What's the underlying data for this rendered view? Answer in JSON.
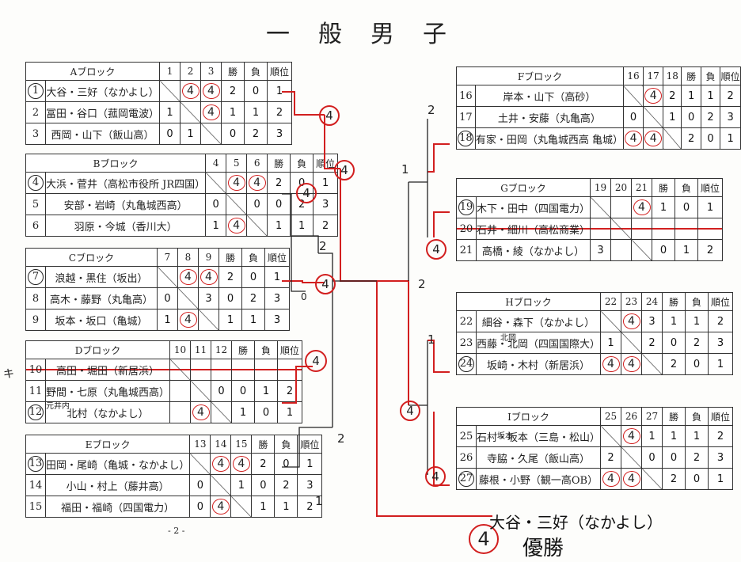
{
  "title": "一般男子",
  "page_number": "- 2 -",
  "head_labels": {
    "win": "勝",
    "loss": "負",
    "rank": "順位"
  },
  "blocks": {
    "A": {
      "name": "Aブロック",
      "cols": [
        "1",
        "2",
        "3"
      ],
      "rows": [
        {
          "no": "1",
          "team": "大谷・三好（なかよし）",
          "r": [
            "",
            "4",
            "4"
          ],
          "w": "2",
          "l": "0",
          "rank": "1"
        },
        {
          "no": "2",
          "team": "冨田・谷口（菰岡電波）",
          "r": [
            "1",
            "",
            "4"
          ],
          "w": "1",
          "l": "1",
          "rank": "2"
        },
        {
          "no": "3",
          "team": "西岡・山下（飯山高）",
          "r": [
            "0",
            "1",
            ""
          ],
          "w": "0",
          "l": "2",
          "rank": "3"
        }
      ]
    },
    "B": {
      "name": "Bブロック",
      "cols": [
        "4",
        "5",
        "6"
      ],
      "rows": [
        {
          "no": "4",
          "team": "大浜・菅井（高松市役所 JR四国）",
          "r": [
            "",
            "4",
            "4"
          ],
          "w": "2",
          "l": "0",
          "rank": "1"
        },
        {
          "no": "5",
          "team": "安部・岩崎（丸亀城西高）",
          "r": [
            "0",
            "",
            "0"
          ],
          "w": "0",
          "l": "2",
          "rank": "3"
        },
        {
          "no": "6",
          "team": "羽原・今城（香川大）",
          "r": [
            "1",
            "4",
            ""
          ],
          "w": "1",
          "l": "1",
          "rank": "2"
        }
      ]
    },
    "C": {
      "name": "Cブロック",
      "cols": [
        "7",
        "8",
        "9"
      ],
      "rows": [
        {
          "no": "7",
          "team": "浪越・黒住（坂出）",
          "r": [
            "",
            "4",
            "4"
          ],
          "w": "2",
          "l": "0",
          "rank": "1"
        },
        {
          "no": "8",
          "team": "高木・藤野（丸亀高）",
          "r": [
            "0",
            "",
            "3"
          ],
          "w": "0",
          "l": "2",
          "rank": "3"
        },
        {
          "no": "9",
          "team": "坂本・坂口（亀城）",
          "r": [
            "1",
            "4",
            ""
          ],
          "w": "1",
          "l": "1",
          "rank": "3"
        }
      ]
    },
    "D": {
      "name": "Dブロック",
      "cols": [
        "10",
        "11",
        "12"
      ],
      "rows": [
        {
          "no": "10",
          "team": "高田・堀田（新居浜）",
          "r": [
            "",
            "",
            ""
          ],
          "w": "",
          "l": "",
          "rank": ""
        },
        {
          "no": "11",
          "team": "野間・七原（丸亀城西高）",
          "r": [
            "",
            "",
            "0"
          ],
          "w": "0",
          "l": "1",
          "rank": "2"
        },
        {
          "no": "12",
          "team": "北村（なかよし）",
          "r": [
            "",
            "4",
            ""
          ],
          "w": "1",
          "l": "0",
          "rank": "1"
        }
      ]
    },
    "E": {
      "name": "Eブロック",
      "cols": [
        "13",
        "14",
        "15"
      ],
      "rows": [
        {
          "no": "13",
          "team": "田岡・尾崎（亀城・なかよし）",
          "r": [
            "",
            "4",
            "4"
          ],
          "w": "2",
          "l": "0",
          "rank": "1"
        },
        {
          "no": "14",
          "team": "小山・村上（藤井高）",
          "r": [
            "0",
            "",
            "1"
          ],
          "w": "0",
          "l": "2",
          "rank": "3"
        },
        {
          "no": "15",
          "team": "福田・福崎（四国電力）",
          "r": [
            "0",
            "4",
            ""
          ],
          "w": "1",
          "l": "1",
          "rank": "2"
        }
      ]
    },
    "F": {
      "name": "Fブロック",
      "cols": [
        "16",
        "17",
        "18"
      ],
      "rows": [
        {
          "no": "16",
          "team": "岸本・山下（高砂）",
          "r": [
            "",
            "4",
            "2"
          ],
          "w": "1",
          "l": "1",
          "rank": "2"
        },
        {
          "no": "17",
          "team": "土井・安藤（丸亀高）",
          "r": [
            "0",
            "",
            "1"
          ],
          "w": "0",
          "l": "2",
          "rank": "3"
        },
        {
          "no": "18",
          "team": "有家・田岡（丸亀城西高 亀城）",
          "r": [
            "4",
            "4",
            ""
          ],
          "w": "2",
          "l": "0",
          "rank": "1"
        }
      ]
    },
    "G": {
      "name": "Gブロック",
      "cols": [
        "19",
        "20",
        "21"
      ],
      "rows": [
        {
          "no": "19",
          "team": "木下・田中（四国電力）",
          "r": [
            "",
            "",
            "4"
          ],
          "w": "1",
          "l": "0",
          "rank": "1"
        },
        {
          "no": "20",
          "team": "石井・細川（高松商業）",
          "r": [
            "",
            "",
            ""
          ],
          "w": "",
          "l": "",
          "rank": ""
        },
        {
          "no": "21",
          "team": "高橋・綾（なかよし）",
          "r": [
            "3",
            "",
            ""
          ],
          "w": "0",
          "l": "1",
          "rank": "2"
        }
      ]
    },
    "H": {
      "name": "Hブロック",
      "cols": [
        "22",
        "23",
        "24"
      ],
      "rows": [
        {
          "no": "22",
          "team": "細谷・森下（なかよし）",
          "r": [
            "",
            "4",
            "3"
          ],
          "w": "1",
          "l": "1",
          "rank": "2"
        },
        {
          "no": "23",
          "team": "西藤・北岡（四国国際大）",
          "r": [
            "1",
            "",
            "2"
          ],
          "w": "0",
          "l": "2",
          "rank": "3"
        },
        {
          "no": "24",
          "team": "坂崎・木村（新居浜）",
          "r": [
            "4",
            "4",
            ""
          ],
          "w": "2",
          "l": "0",
          "rank": "1"
        }
      ]
    },
    "I": {
      "name": "Iブロック",
      "cols": [
        "25",
        "26",
        "27"
      ],
      "rows": [
        {
          "no": "25",
          "team": "石村・坂本（三島・松山）",
          "r": [
            "",
            "4",
            "1"
          ],
          "w": "1",
          "l": "1",
          "rank": "2"
        },
        {
          "no": "26",
          "team": "寺脇・久尾（飯山高）",
          "r": [
            "2",
            "",
            "0"
          ],
          "w": "0",
          "l": "2",
          "rank": "3"
        },
        {
          "no": "27",
          "team": "藤根・小野（観一高OB）",
          "r": [
            "4",
            "4",
            ""
          ],
          "w": "2",
          "l": "0",
          "rank": "1"
        }
      ]
    }
  },
  "annotations": {
    "d10_mark": "キ",
    "d12_note": "元井内",
    "h23_note": "北岡",
    "i25_note": "坂本"
  },
  "bracket": {
    "ab": "4",
    "ab_score": "2",
    "c_mark": "0",
    "c_win": "4",
    "left_semi": "4",
    "left_semi_score": "2",
    "de": "4",
    "de_score": "2",
    "e_score": "1",
    "fg_top": "2",
    "fg_mid": "1",
    "fg_win": "4",
    "right_center": "2",
    "hi_top": "1",
    "hi_win": "4",
    "right_final": "4",
    "i_score": "4"
  },
  "result": {
    "winner": "大谷・三好（なかよし）",
    "champion_label": "優勝",
    "final_score": "4"
  },
  "colors": {
    "ink": "#222222",
    "red_pen": "#d21f1f"
  }
}
